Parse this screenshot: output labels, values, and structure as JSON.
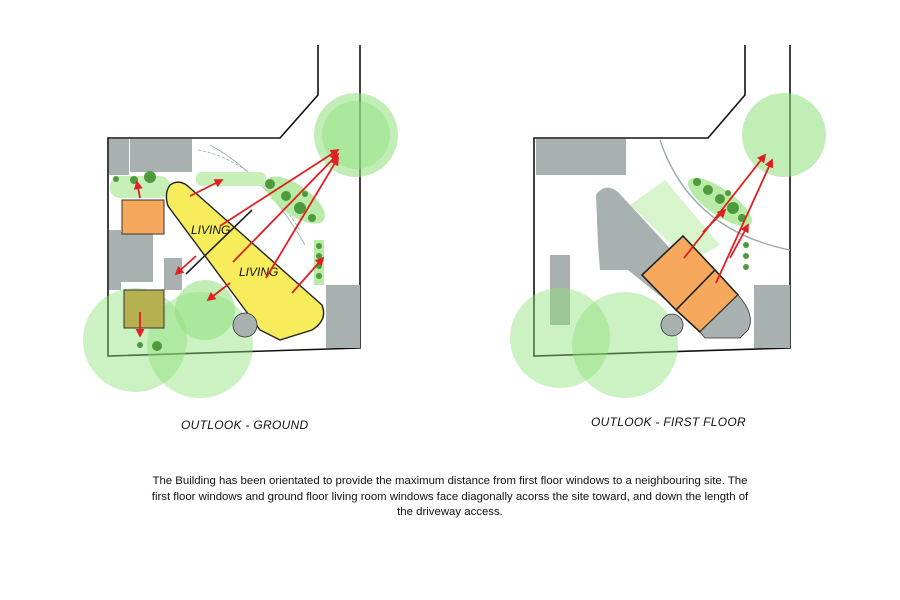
{
  "ground_plan": {
    "caption": "OUTLOOK - GROUND",
    "room_labels": [
      "LIVING",
      "LIVING"
    ]
  },
  "first_floor_plan": {
    "caption": "OUTLOOK - FIRST FLOOR"
  },
  "description": "The Building has been orientated to provide the maximum distance from first floor windows to a neighbouring site. The first floor windows and ground floor living room windows face diagonally acorss the site toward, and down the length of the driveway access.",
  "colors": {
    "living_yellow": "#f7ec5c",
    "room_orange": "#f6a85c",
    "olive_room": "#b6b050",
    "neighbour_grey": "#a9b1b0",
    "tree_green": "#8ee07a",
    "shrub_green": "#4f9a3d",
    "arrow_red": "#e02020"
  }
}
